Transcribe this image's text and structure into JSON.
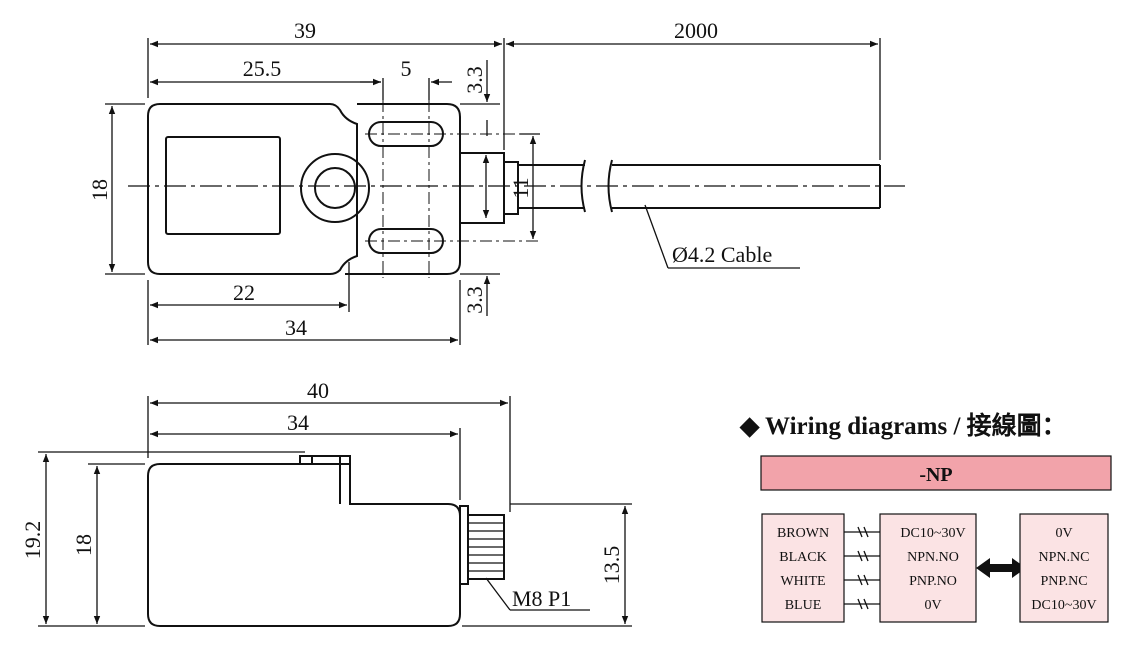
{
  "top_view": {
    "dim_total": "39",
    "dim_cable_length": "2000",
    "dim_25_5": "25.5",
    "dim_5": "5",
    "dim_3_3_top": "3.3",
    "dim_3_3_bottom": "3.3",
    "dim_18": "18",
    "dim_11": "11",
    "dim_22": "22",
    "dim_34": "34",
    "cable_label": "Ø4.2 Cable"
  },
  "side_view": {
    "dim_40": "40",
    "dim_34": "34",
    "dim_19_2": "19.2",
    "dim_18": "18",
    "dim_13_5": "13.5",
    "thread_label": "M8 P1"
  },
  "wiring": {
    "heading": "◆ Wiring diagrams / 接線圖：",
    "model": "-NP",
    "wires": [
      "BROWN",
      "BLACK",
      "WHITE",
      "BLUE"
    ],
    "functions_left": [
      "DC10~30V",
      "NPN.NO",
      "PNP.NO",
      "0V"
    ],
    "functions_right": [
      "0V",
      "NPN.NC",
      "PNP.NC",
      "DC10~30V"
    ],
    "header_color": "#f2a3aa",
    "box_color": "#fbe3e4"
  }
}
